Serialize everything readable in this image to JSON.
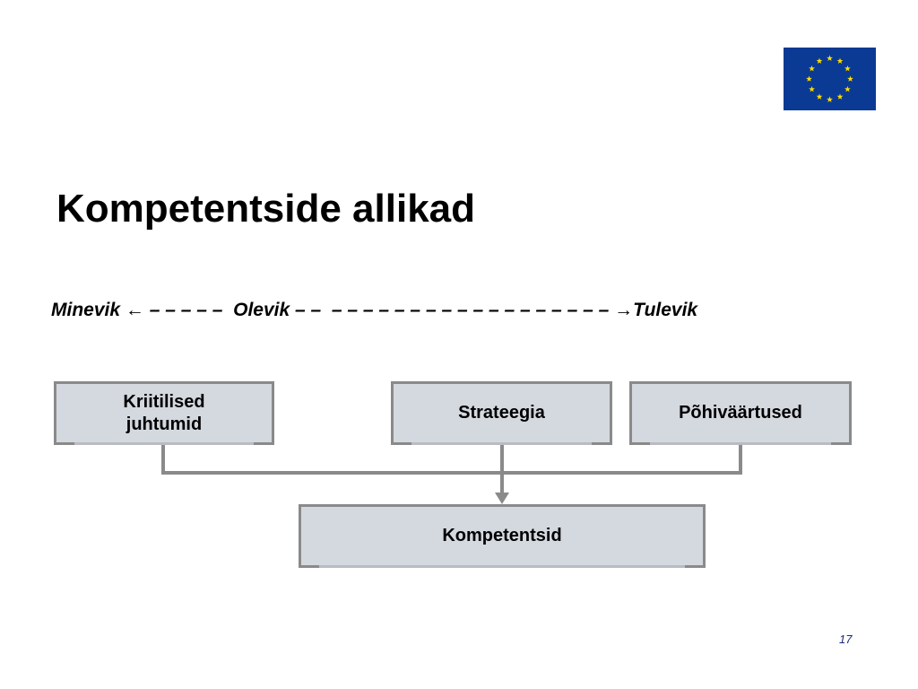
{
  "slide": {
    "title": "Kompetentside allikad",
    "page_number": "17"
  },
  "timeline": {
    "past_label": "Minevik",
    "left_arrow": "←",
    "dashes_1": " – – – – – ",
    "present_label": "Olevik",
    "dashes_2": " – –  – – – – – – – – – – – – – – – – – – ",
    "right_arrow": "→",
    "future_label": "Tulevik"
  },
  "diagram": {
    "sources": [
      {
        "label": "Kriitilised\njuhtumid"
      },
      {
        "label": "Strateegia"
      },
      {
        "label": "Põhiväärtused"
      }
    ],
    "target": {
      "label": "Kompetentsid"
    }
  },
  "colors": {
    "box_fill": "#d4d8df",
    "box_border": "#8a8a8a",
    "connector": "#8a8a8a",
    "eu_blue": "#0a3a93",
    "eu_star": "#ffdd00"
  },
  "icons": {
    "logo": "eu-flag-icon"
  }
}
